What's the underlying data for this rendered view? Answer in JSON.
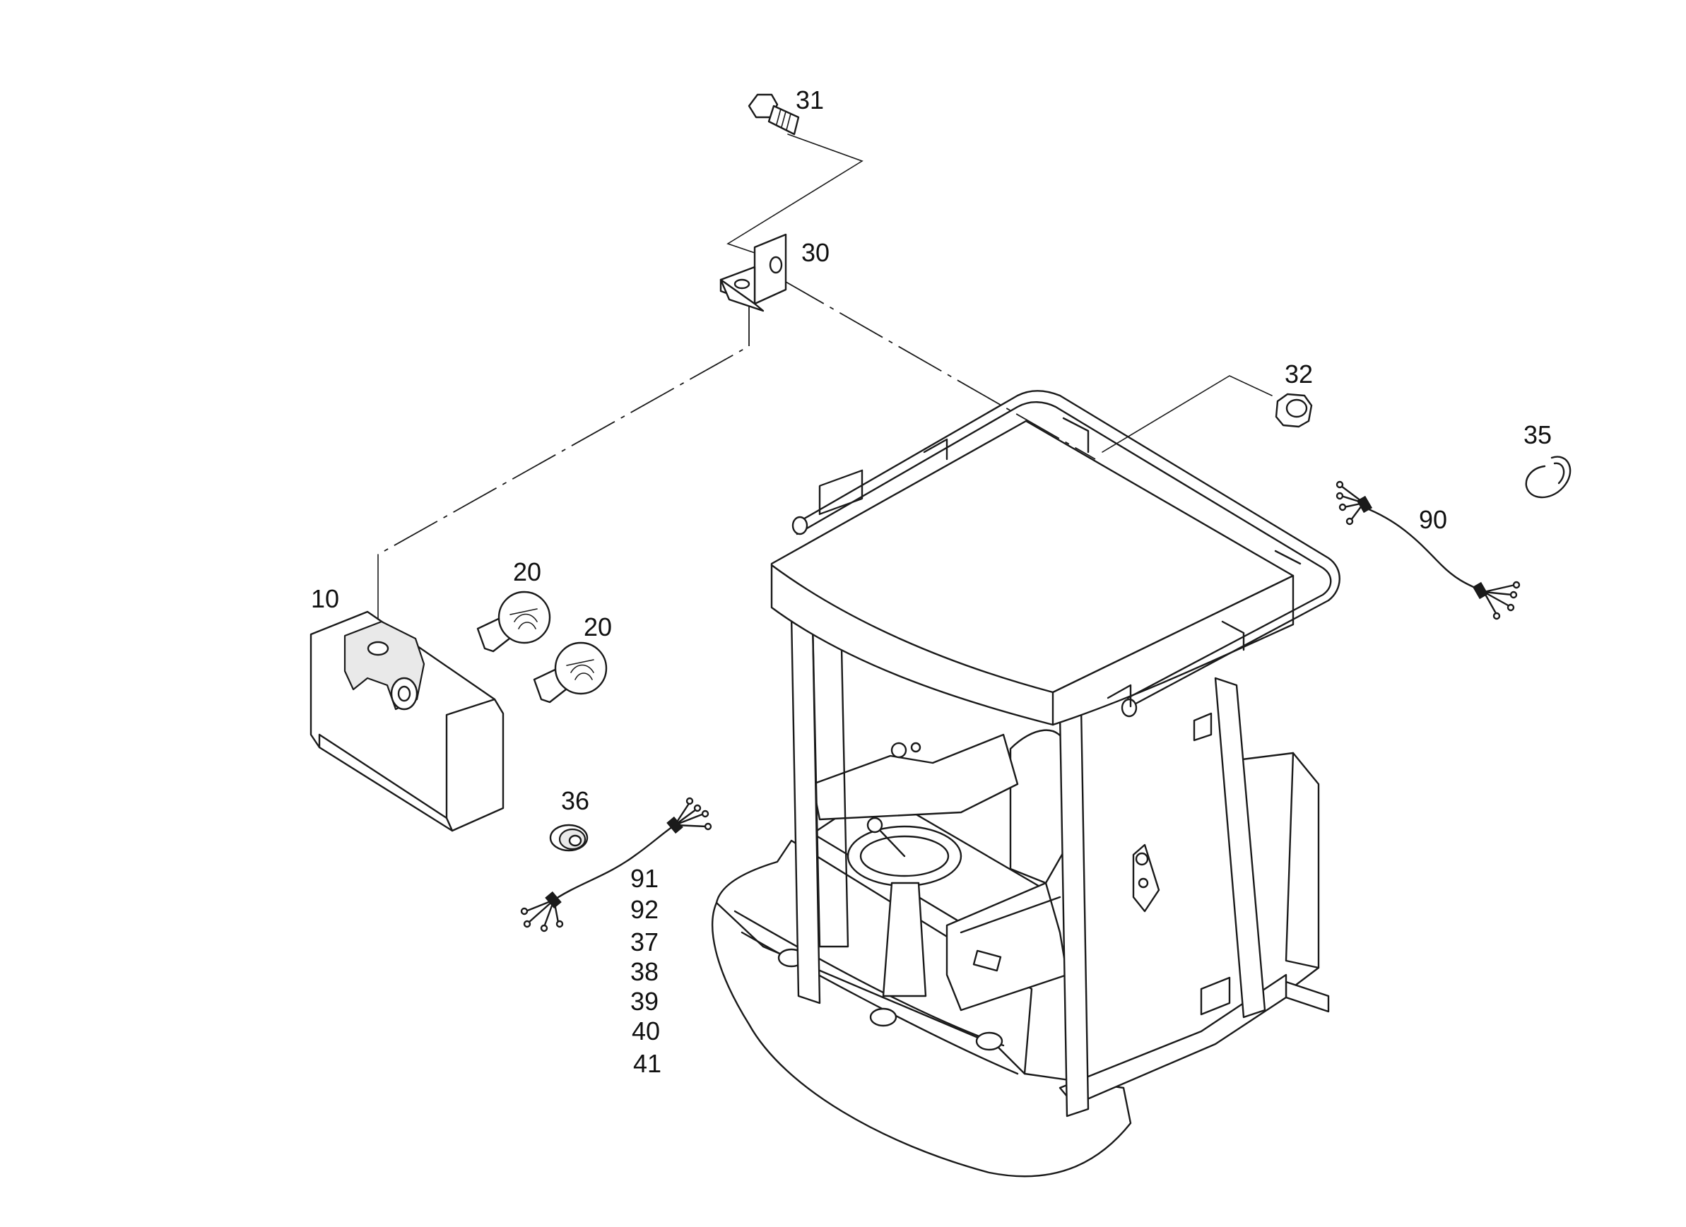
{
  "callouts": [
    {
      "id": "c31",
      "text": "31"
    },
    {
      "id": "c30",
      "text": "30"
    },
    {
      "id": "c32",
      "text": "32"
    },
    {
      "id": "c35",
      "text": "35"
    },
    {
      "id": "c90",
      "text": "90"
    },
    {
      "id": "c10",
      "text": "10"
    },
    {
      "id": "c20a",
      "text": "20"
    },
    {
      "id": "c20b",
      "text": "20"
    },
    {
      "id": "c36",
      "text": "36"
    }
  ],
  "wire_group_labels": [
    "91",
    "92",
    "37",
    "38",
    "39",
    "40",
    "41"
  ],
  "icons": [
    "bolt-icon",
    "bracket-icon",
    "nut-icon",
    "clip-icon",
    "wire-harness-icon",
    "work-lamp-icon",
    "bulb-icon",
    "grommet-icon",
    "cab-icon"
  ]
}
